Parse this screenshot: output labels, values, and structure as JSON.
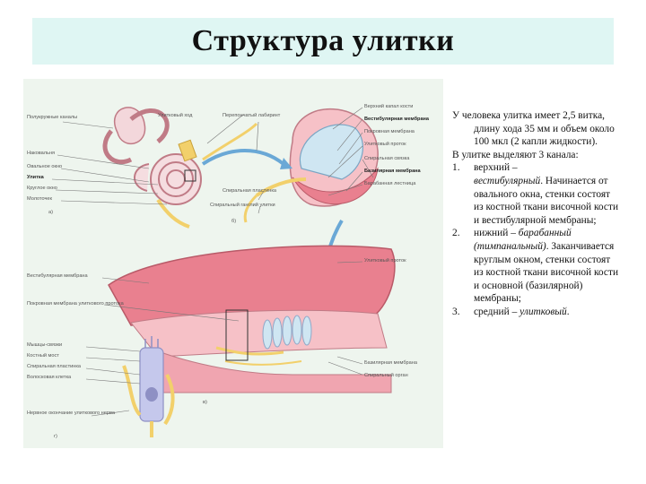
{
  "title": "Структура улитки",
  "figure": {
    "labels_left": [
      "Полукружные каналы",
      "Наковальня",
      "Овальное окно",
      "Улитка",
      "Круглое окно",
      "Молоточек",
      "Вестибулярная мембрана",
      "Покровная мембрана улиткового протока",
      "Мышцы-связки",
      "Костный мост",
      "Спиральная пластинка",
      "Волосковая клетка",
      "Нервное окончание улиткового нерва"
    ],
    "labels_top": [
      "Улитковый ход",
      "Перепончатый лабиринт",
      "Спиральная пластинка",
      "Спиральный ганглий улитки"
    ],
    "labels_right": [
      "Верхний капал кости",
      "Вестибулярная мембрана",
      "Покровная мембрана",
      "Улитковый проток",
      "Спиральная связка",
      "Базилярная мембрана",
      "Барабанная лестница",
      "Улитковый проток",
      "Базилярная мембрана",
      "Спиральный орган"
    ],
    "panel_letters": [
      "а)",
      "б)",
      "в)",
      "г)"
    ]
  },
  "text": {
    "intro": "У человека улитка имеет 2,5 витка, длину хода 35 мм и объем около 100 мкл (2 капли жидкости).",
    "channels_heading": "В улитке выделяют 3 канала:",
    "items": [
      {
        "num": "1.",
        "lead": "верхний –",
        "term": "вестибулярный",
        "rest": ". Начинается от овального окна, стенки состоят из костной ткани височной кости и вестибулярной мембраны;"
      },
      {
        "num": "2.",
        "lead": "нижний – ",
        "term": "барабанный (тимпанальный)",
        "rest": ". Заканчивается круглым окном, стенки состоят из костной ткани височной кости и основной (базилярной) мембраны;"
      },
      {
        "num": "3.",
        "lead": "средний – ",
        "term": "улитковый",
        "rest": "."
      }
    ]
  },
  "colors": {
    "title_band": "#dff6f3",
    "figure_bg": "#eef5ee",
    "tissue_pink": "#e9808f",
    "tissue_light": "#f6c1c7",
    "arrow_blue": "#6aa8d6",
    "nerve_yellow": "#f2d06b",
    "cell_violet": "#a7a9d8"
  }
}
